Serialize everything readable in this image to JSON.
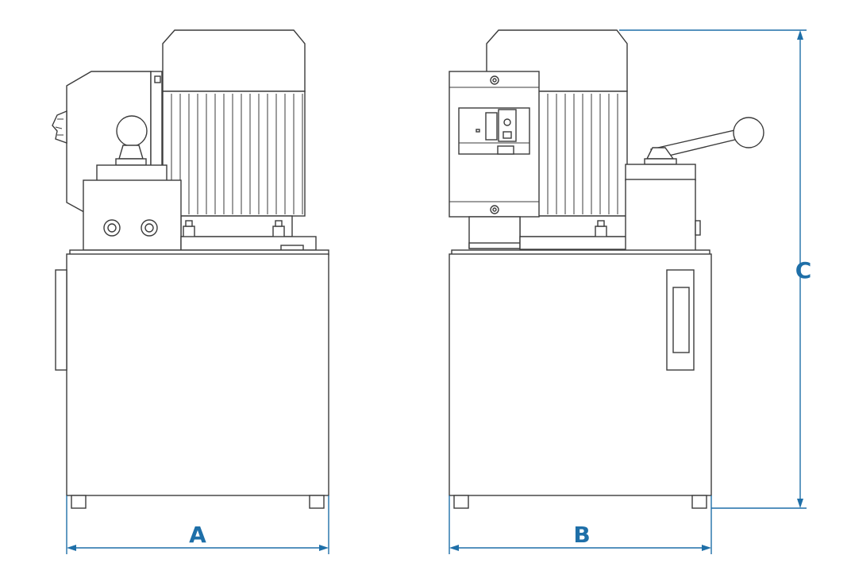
{
  "dimensions": {
    "a_label": "A",
    "b_label": "B",
    "c_label": "C"
  },
  "colors": {
    "line": "#3b3b3b",
    "dimension": "#1e6fa8",
    "fill": "#ffffff"
  },
  "views": {
    "left": "side-view",
    "right": "front-view"
  }
}
